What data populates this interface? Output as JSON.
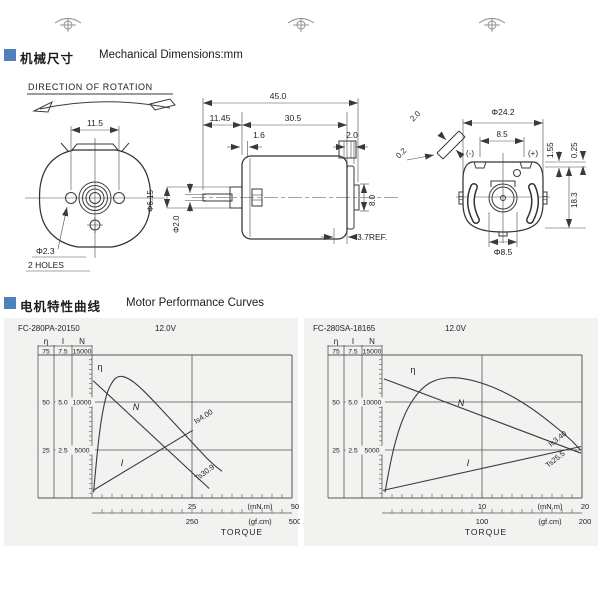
{
  "accent": "#4f81bd",
  "header1": {
    "cn": "机械尺寸",
    "en": "Mechanical Dimensions:mm"
  },
  "header2": {
    "cn": "电机特性曲线",
    "en": "Motor Performance Curves"
  },
  "mech": {
    "rotation": "DIRECTION OF ROTATION",
    "dims": {
      "hole_pitch": "11.5",
      "hole_dia": "Φ2.3",
      "hole_note": "2 HOLES",
      "bush_dia": "Φ6.15",
      "shaft_dia": "Φ2.0",
      "total_len": "45.0",
      "shaft_len": "11.45",
      "body_len": "30.5",
      "boss_len": "1.6",
      "cap_len": "2.0",
      "term_gap": "0.2",
      "rear_dia": "8.0",
      "ref_len": "3.7REF.",
      "body_dia": "Φ24.2",
      "term_span": "8.5",
      "neg": "(-)",
      "pos": "(+)",
      "step1": "1.55",
      "step2": "0.25",
      "height": "18.3",
      "rear_hole": "Φ8.5",
      "term_w": "2.0"
    }
  },
  "charts": [
    {
      "model": "FC-280PA-20150",
      "voltage": "12.0V",
      "gauge": {
        "headers": [
          "η",
          "I",
          "N"
        ],
        "top": [
          "75",
          "7.5",
          "15000"
        ],
        "mid": [
          "50",
          "5.0",
          "10000"
        ],
        "low": [
          "25",
          "2.5",
          "5000"
        ]
      },
      "x_axis": {
        "mid1": "25",
        "unit1": "(mN.m)",
        "end1": "50",
        "mid2": "250",
        "unit2": "(gf.cm)",
        "end2": "500",
        "title": "TORQUE"
      },
      "curve_labels": {
        "eta": "η",
        "speed": "N",
        "current": "I",
        "stall_current": "Is4.00",
        "stall_torque": "Ts30.9"
      },
      "chart_data": {
        "type": "line",
        "title": "FC-280PA-20150 performance at 12.0V",
        "xlabel": "TORQUE",
        "x_range_mnm": [
          0,
          50
        ],
        "x_range_gfcm": [
          0,
          500
        ],
        "axes": {
          "efficiency_pct": [
            0,
            75
          ],
          "current_a": [
            0,
            7.5
          ],
          "speed_rpm": [
            0,
            15000
          ]
        },
        "series": [
          {
            "name": "N speed (rpm vs mN.m)",
            "points": [
              [
                0.3,
                12300
              ],
              [
                29.3,
                1000
              ]
            ]
          },
          {
            "name": "I current (A vs mN.m)",
            "points": [
              [
                0.3,
                0.4
              ],
              [
                25.2,
                3.55
              ]
            ]
          },
          {
            "name": "η efficiency (% vs mN.m)",
            "points": [
              [
                0.4,
                3
              ],
              [
                1.2,
                22
              ],
              [
                2.2,
                40
              ],
              [
                3.5,
                54
              ],
              [
                5,
                61
              ],
              [
                6.5,
                64
              ],
              [
                8.5,
                63.5
              ],
              [
                11,
                60
              ],
              [
                14,
                54
              ],
              [
                18,
                45
              ],
              [
                22,
                36
              ],
              [
                26,
                27
              ],
              [
                29.5,
                19
              ],
              [
                32.5,
                14
              ]
            ]
          }
        ],
        "stall_torque_label": "Ts30.9",
        "stall_current_label": "Is4.00"
      }
    },
    {
      "model": "FC-280SA-18165",
      "voltage": "12.0V",
      "gauge": {
        "headers": [
          "η",
          "I",
          "N"
        ],
        "top": [
          "75",
          "7.5",
          "15000"
        ],
        "mid": [
          "50",
          "5.0",
          "10000"
        ],
        "low": [
          "25",
          "2.5",
          "5000"
        ]
      },
      "x_axis": {
        "mid1": "10",
        "unit1": "(mN.m)",
        "end1": "20",
        "mid2": "100",
        "unit2": "(gf.cm)",
        "end2": "200",
        "title": "TORQUE"
      },
      "curve_labels": {
        "eta": "η",
        "speed": "N",
        "current": "I",
        "stall_current": "Is3.40",
        "stall_torque": "Ts25.5"
      },
      "chart_data": {
        "type": "line",
        "title": "FC-280SA-18165 performance at 12.0V",
        "xlabel": "TORQUE",
        "x_range_mnm": [
          0,
          20
        ],
        "x_range_gfcm": [
          0,
          200
        ],
        "axes": {
          "efficiency_pct": [
            0,
            75
          ],
          "current_a": [
            0,
            7.5
          ],
          "speed_rpm": [
            0,
            15000
          ]
        },
        "series": [
          {
            "name": "N speed (rpm vs mN.m)",
            "points": [
              [
                0.2,
                12500
              ],
              [
                19.9,
                4700
              ]
            ]
          },
          {
            "name": "I current (A vs mN.m)",
            "points": [
              [
                0.1,
                0.4
              ],
              [
                19.9,
                2.7
              ]
            ]
          },
          {
            "name": "η efficiency (% vs mN.m)",
            "points": [
              [
                0.3,
                3
              ],
              [
                0.8,
                18
              ],
              [
                1.6,
                35
              ],
              [
                2.6,
                48
              ],
              [
                4,
                58
              ],
              [
                5.5,
                62.5
              ],
              [
                7.5,
                63.5
              ],
              [
                10,
                60.5
              ],
              [
                12.5,
                55
              ],
              [
                15,
                47
              ],
              [
                17,
                39
              ],
              [
                18.8,
                31
              ],
              [
                19.9,
                25
              ]
            ]
          }
        ],
        "stall_torque_label": "Ts25.5",
        "stall_current_label": "Is3.40"
      }
    }
  ]
}
